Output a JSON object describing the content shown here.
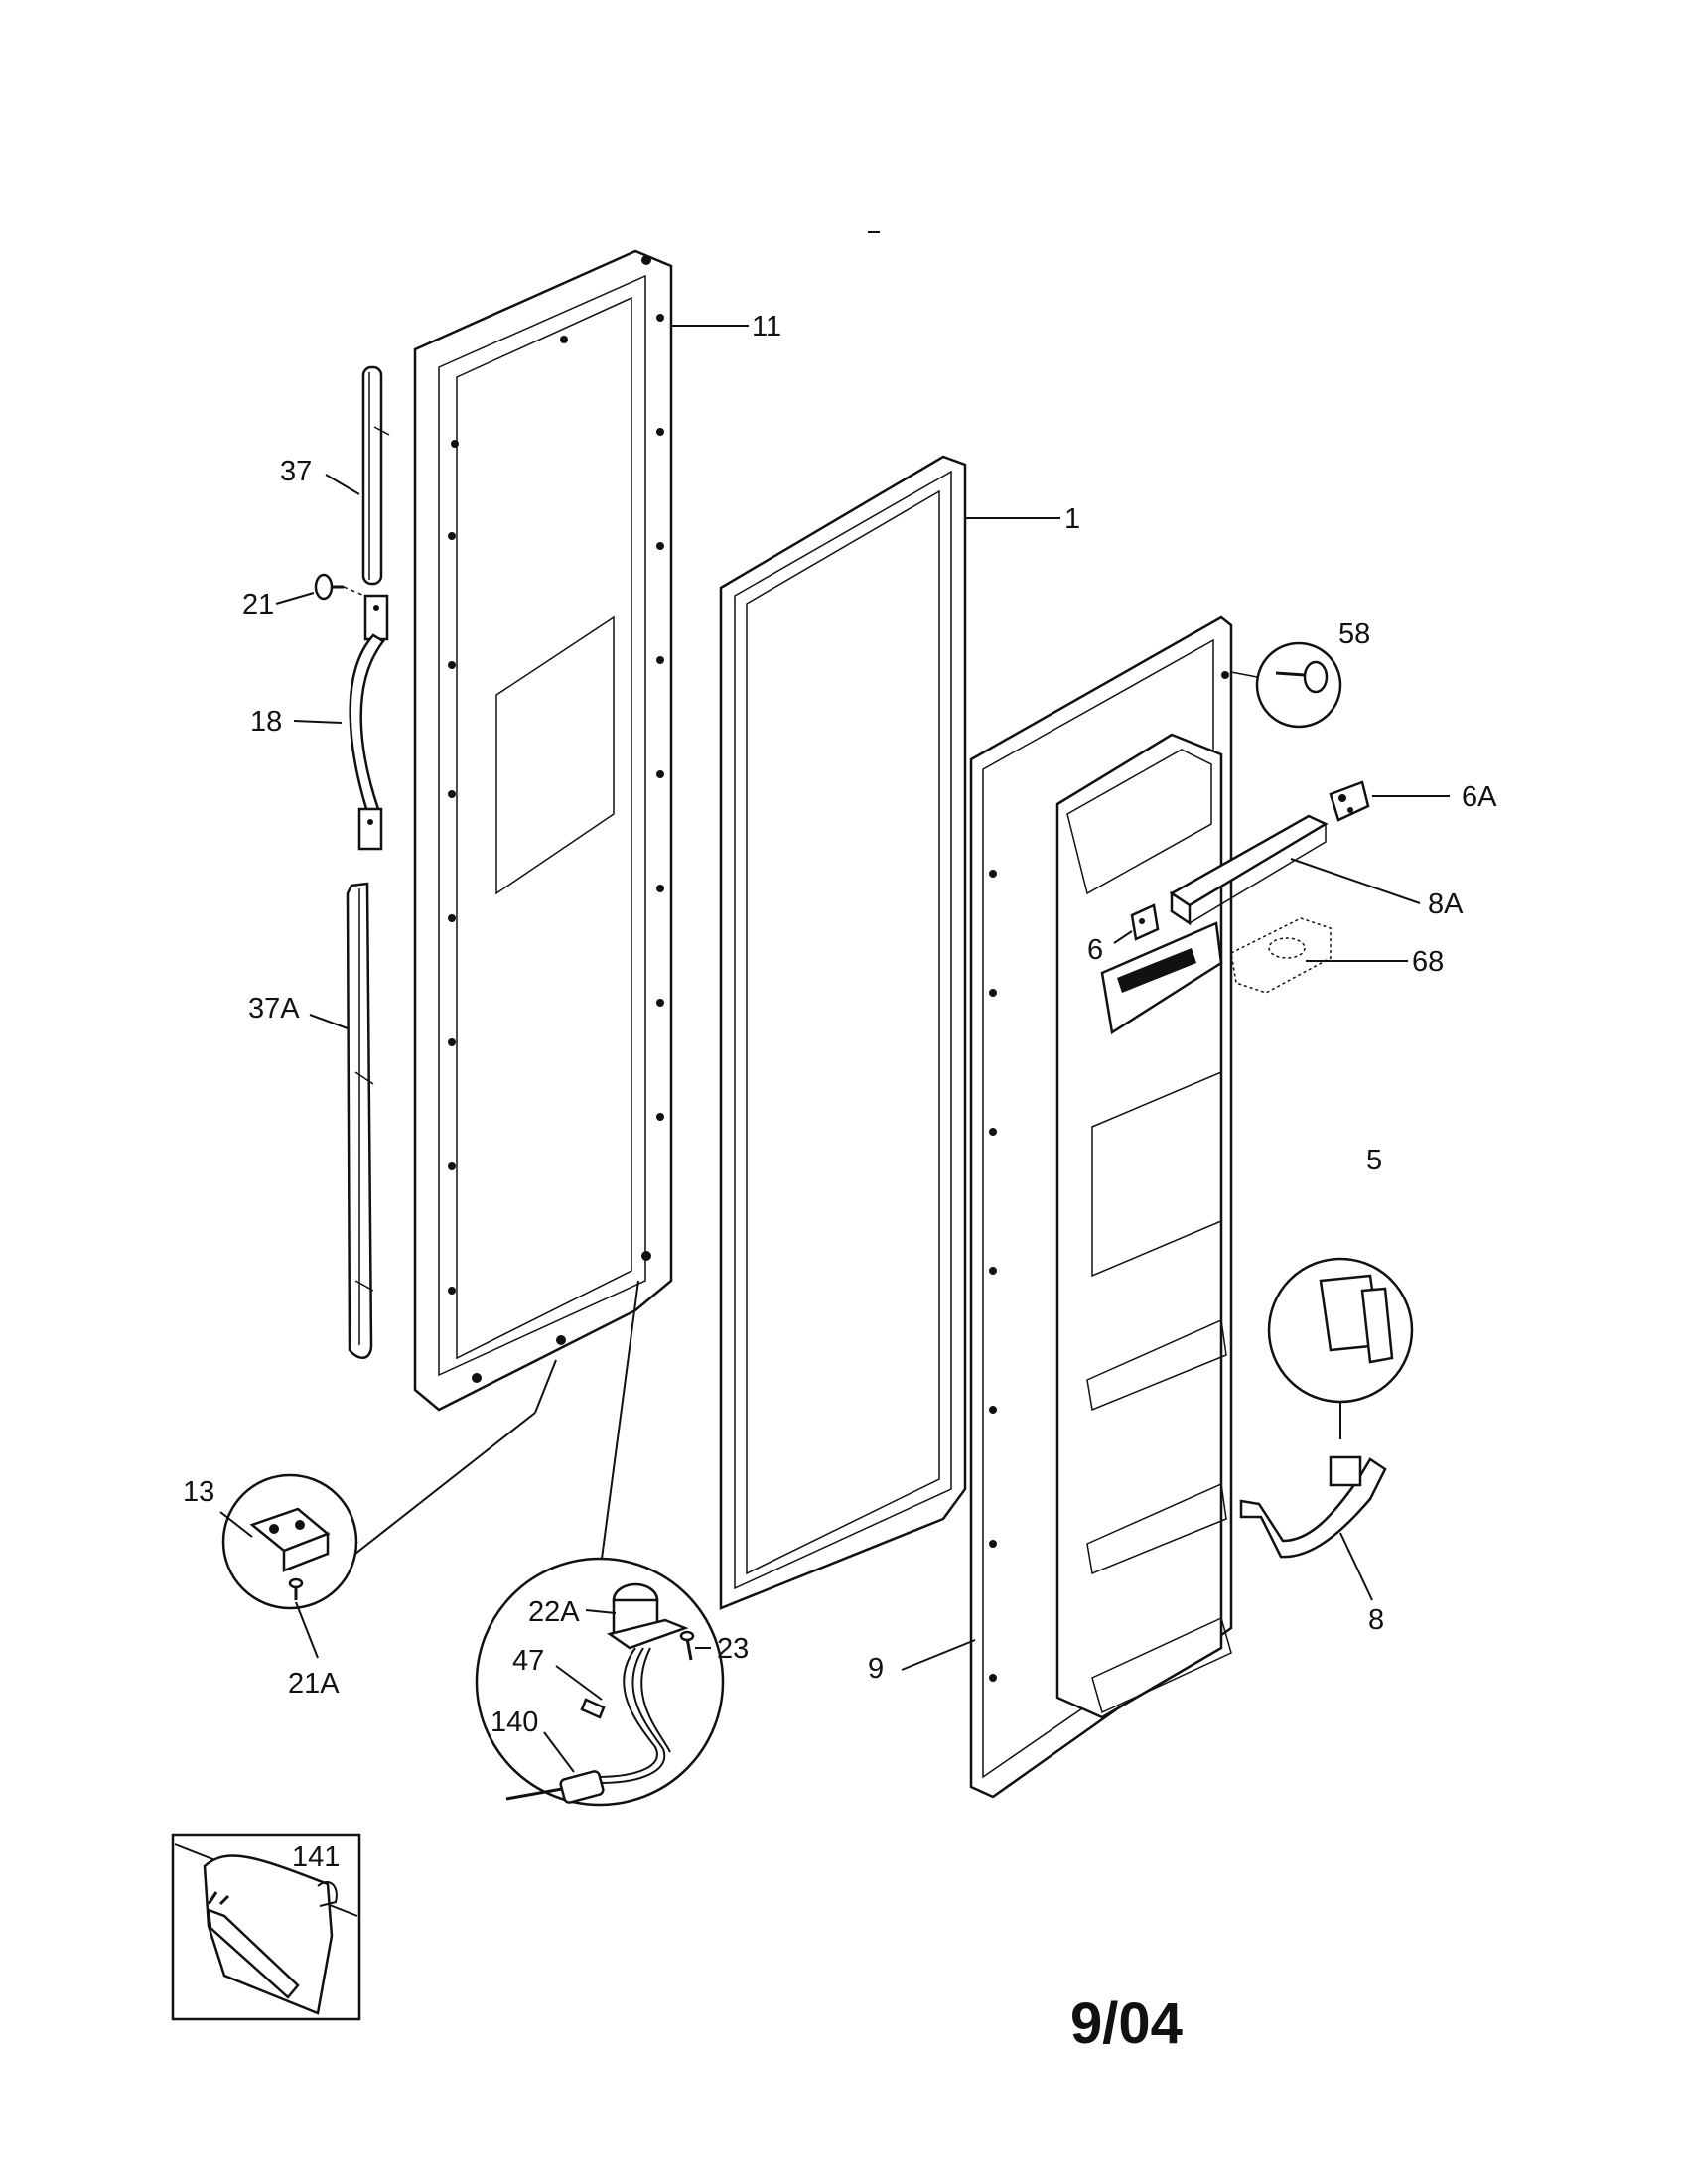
{
  "diagram": {
    "date_code": "9/04",
    "callouts": {
      "c11": "11",
      "c1": "1",
      "c37": "37",
      "c21": "21",
      "c18": "18",
      "c37A": "37A",
      "c58": "58",
      "c6A": "6A",
      "c8A": "8A",
      "c6": "6",
      "c68": "68",
      "c5": "5",
      "c13": "13",
      "c21A": "21A",
      "c22A": "22A",
      "c47": "47",
      "c23": "23",
      "c140": "140",
      "c9": "9",
      "c8": "8",
      "c141": "141"
    }
  }
}
